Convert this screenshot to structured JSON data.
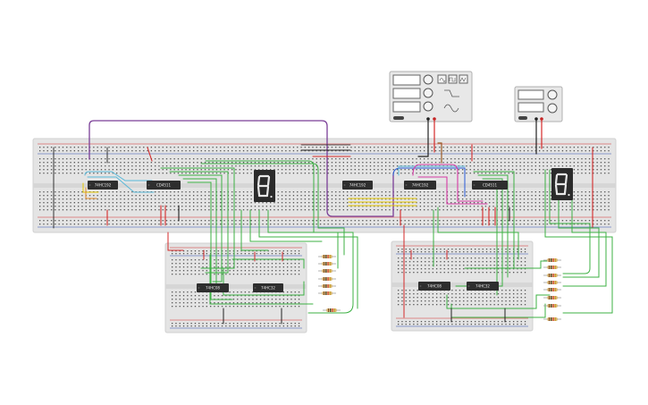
{
  "canvas": {
    "background": "#ffffff",
    "breadboard_color": "#e4e4e4",
    "rail_red": "#d42a2a",
    "rail_blue": "#2a4fb0"
  },
  "chips": [
    {
      "label": "74HC192"
    },
    {
      "label": "CD4511"
    },
    {
      "label": "74HC192"
    },
    {
      "label": "74HC192"
    },
    {
      "label": "CD4511"
    },
    {
      "label": "74HC08"
    },
    {
      "label": "74HC32"
    },
    {
      "label": "74HC08"
    },
    {
      "label": "74HC32"
    }
  ],
  "displays": [
    {
      "digit": "8.",
      "color": "#2b2b2b"
    },
    {
      "digit": "8.",
      "color": "#2b2b2b"
    }
  ],
  "instruments": [
    {
      "name": "function-generator"
    },
    {
      "name": "power-supply"
    }
  ],
  "wire_colors": {
    "green": "#3cb043",
    "purple": "#7b3f98",
    "red": "#d42a2a",
    "black": "#222222",
    "cyan": "#59b8d8",
    "magenta": "#d63aa5",
    "yellow": "#e6c700",
    "orange": "#e08a2a",
    "blue": "#2a5bd8",
    "brown": "#9a5a25"
  },
  "icons": [
    "knob-icon",
    "sine-wave-icon",
    "square-wave-icon",
    "triangle-wave-icon",
    "power-switch-icon"
  ]
}
